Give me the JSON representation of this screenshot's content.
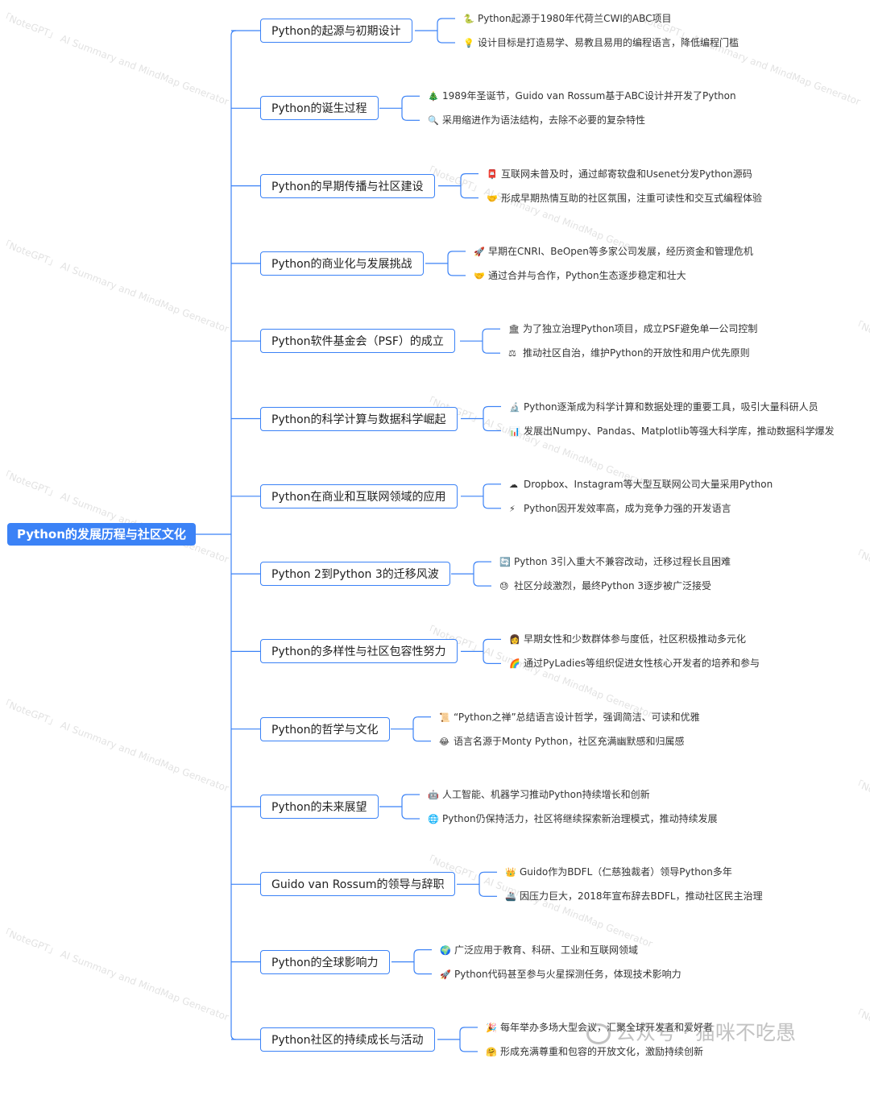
{
  "colors": {
    "accent": "#3b82f6",
    "line": "#3b82f6"
  },
  "root": {
    "label": "Python的发展历程与社区文化"
  },
  "branches": [
    {
      "label": "Python的起源与初期设计",
      "leaves": [
        {
          "icon": "🐍",
          "icon_name": "snake-icon",
          "text": "Python起源于1980年代荷兰CWI的ABC项目"
        },
        {
          "icon": "💡",
          "icon_name": "lightbulb-icon",
          "text": "设计目标是打造易学、易教且易用的编程语言，降低编程门槛"
        }
      ]
    },
    {
      "label": "Python的诞生过程",
      "leaves": [
        {
          "icon": "🎄",
          "icon_name": "christmas-tree-icon",
          "text": "1989年圣诞节，Guido van Rossum基于ABC设计并开发了Python"
        },
        {
          "icon": "🔍",
          "icon_name": "magnifier-icon",
          "text": "采用缩进作为语法结构，去除不必要的复杂特性"
        }
      ]
    },
    {
      "label": "Python的早期传播与社区建设",
      "leaves": [
        {
          "icon": "📮",
          "icon_name": "postbox-icon",
          "text": "互联网未普及时，通过邮寄软盘和Usenet分发Python源码"
        },
        {
          "icon": "🤝",
          "icon_name": "handshake-icon",
          "text": "形成早期热情互助的社区氛围，注重可读性和交互式编程体验"
        }
      ]
    },
    {
      "label": "Python的商业化与发展挑战",
      "leaves": [
        {
          "icon": "🚀",
          "icon_name": "rocket-icon",
          "text": "早期在CNRI、BeOpen等多家公司发展，经历资金和管理危机"
        },
        {
          "icon": "🤝",
          "icon_name": "handshake-icon",
          "text": "通过合并与合作，Python生态逐步稳定和壮大"
        }
      ]
    },
    {
      "label": "Python软件基金会（PSF）的成立",
      "leaves": [
        {
          "icon": "🏛",
          "icon_name": "institution-icon",
          "text": "为了独立治理Python项目，成立PSF避免单一公司控制"
        },
        {
          "icon": "⚖",
          "icon_name": "balance-scale-icon",
          "text": "推动社区自治，维护Python的开放性和用户优先原则"
        }
      ]
    },
    {
      "label": "Python的科学计算与数据科学崛起",
      "leaves": [
        {
          "icon": "🔬",
          "icon_name": "microscope-icon",
          "text": "Python逐渐成为科学计算和数据处理的重要工具，吸引大量科研人员"
        },
        {
          "icon": "📊",
          "icon_name": "bar-chart-icon",
          "text": "发展出Numpy、Pandas、Matplotlib等强大科学库，推动数据科学爆发"
        }
      ]
    },
    {
      "label": "Python在商业和互联网领域的应用",
      "leaves": [
        {
          "icon": "☁",
          "icon_name": "cloud-icon",
          "text": "Dropbox、Instagram等大型互联网公司大量采用Python"
        },
        {
          "icon": "⚡",
          "icon_name": "lightning-icon",
          "text": "Python因开发效率高，成为竞争力强的开发语言"
        }
      ]
    },
    {
      "label": "Python 2到Python 3的迁移风波",
      "leaves": [
        {
          "icon": "🔄",
          "icon_name": "refresh-icon",
          "text": "Python 3引入重大不兼容改动，迁移过程长且困难"
        },
        {
          "icon": "😓",
          "icon_name": "sweat-face-icon",
          "text": "社区分歧激烈，最终Python 3逐步被广泛接受"
        }
      ]
    },
    {
      "label": "Python的多样性与社区包容性努力",
      "leaves": [
        {
          "icon": "👩",
          "icon_name": "woman-icon",
          "text": "早期女性和少数群体参与度低，社区积极推动多元化"
        },
        {
          "icon": "🌈",
          "icon_name": "rainbow-icon",
          "text": "通过PyLadies等组织促进女性核心开发者的培养和参与"
        }
      ]
    },
    {
      "label": "Python的哲学与文化",
      "leaves": [
        {
          "icon": "📜",
          "icon_name": "scroll-icon",
          "text": "“Python之禅”总结语言设计哲学，强调简洁、可读和优雅"
        },
        {
          "icon": "😂",
          "icon_name": "laughing-face-icon",
          "text": "语言名源于Monty Python，社区充满幽默感和归属感"
        }
      ]
    },
    {
      "label": "Python的未来展望",
      "leaves": [
        {
          "icon": "🤖",
          "icon_name": "robot-icon",
          "text": "人工智能、机器学习推动Python持续增长和创新"
        },
        {
          "icon": "🌐",
          "icon_name": "globe-icon",
          "text": "Python仍保持活力，社区将继续探索新治理模式，推动持续发展"
        }
      ]
    },
    {
      "label": "Guido van Rossum的领导与辞职",
      "leaves": [
        {
          "icon": "👑",
          "icon_name": "crown-icon",
          "text": "Guido作为BDFL（仁慈独裁者）领导Python多年"
        },
        {
          "icon": "🚢",
          "icon_name": "ship-icon",
          "text": "因压力巨大，2018年宣布辞去BDFL，推动社区民主治理"
        }
      ]
    },
    {
      "label": "Python的全球影响力",
      "leaves": [
        {
          "icon": "🌍",
          "icon_name": "earth-icon",
          "text": "广泛应用于教育、科研、工业和互联网领域"
        },
        {
          "icon": "🚀",
          "icon_name": "rocket-icon",
          "text": "Python代码甚至参与火星探测任务，体现技术影响力"
        }
      ]
    },
    {
      "label": "Python社区的持续成长与活动",
      "leaves": [
        {
          "icon": "🎉",
          "icon_name": "party-popper-icon",
          "text": "每年举办多场大型会议，汇聚全球开发者和爱好者"
        },
        {
          "icon": "🤗",
          "icon_name": "hugging-face-icon",
          "text": "形成充满尊重和包容的开放文化，激励持续创新"
        }
      ]
    }
  ],
  "watermark": {
    "text": "「NoteGPT」 AI Summary and MindMap Generator"
  },
  "brand": {
    "text": "公众号 · 猫咪不吃愚"
  }
}
